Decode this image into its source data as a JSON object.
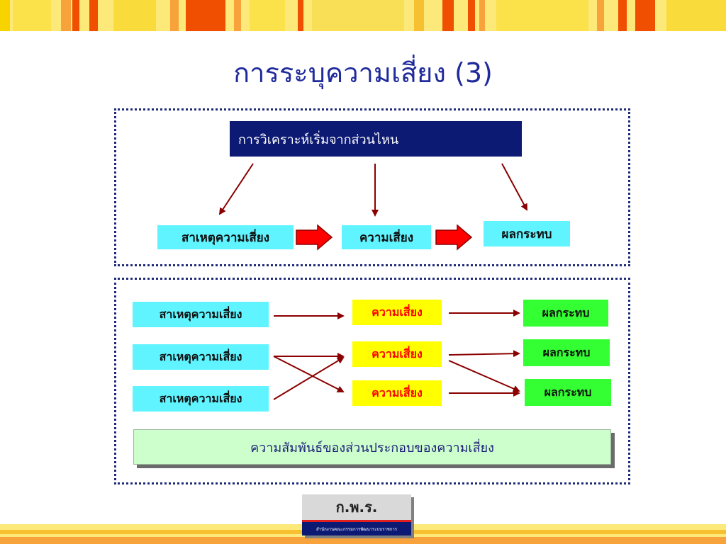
{
  "title": "การระบุความเสี่ยง (3)",
  "top_panel": {
    "question": "การวิเคราะห์เริ่มจากส่วนไหน",
    "cause": "สาเหตุความเสี่ยง",
    "risk": "ความเสี่ยง",
    "impact": "ผลกระทบ"
  },
  "bottom_panel": {
    "causes": [
      "สาเหตุความเสี่ยง",
      "สาเหตุความเสี่ยง",
      "สาเหตุความเสี่ยง"
    ],
    "risks": [
      "ความเสี่ยง",
      "ความเสี่ยง",
      "ความเสี่ยง"
    ],
    "impacts": [
      "ผลกระทบ",
      "ผลกระทบ",
      "ผลกระทบ"
    ],
    "relation_label": "ความสัมพันธ์ของส่วนประกอบของความเสี่ยง"
  },
  "logo": {
    "main": "ก.พ.ร.",
    "sub": "สำนักงานคณะกรรมการพัฒนาระบบราชการ"
  },
  "colors": {
    "title": "#1f2a9b",
    "navy": "#0c1a73",
    "cyan": "#5ff4ff",
    "yellow": "#ffff00",
    "green": "#33ff33",
    "relation_bg": "#ccffcc",
    "arrow": "#8b0000",
    "block_arrow": "#ff0000"
  }
}
